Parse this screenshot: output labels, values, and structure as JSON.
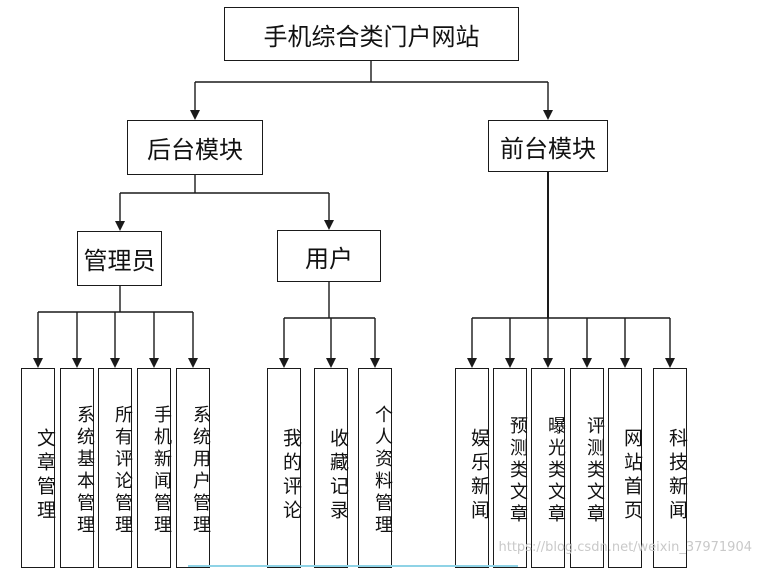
{
  "root": {
    "label": "手机综合类门户网站"
  },
  "backend": {
    "label": "后台模块",
    "admin": {
      "label": "管理员",
      "children": [
        "文章管理",
        "系统基本管理",
        "所有评论管理",
        "手机新闻管理",
        "系统用户管理"
      ]
    },
    "user": {
      "label": "用户",
      "children": [
        "我的评论",
        "收藏记录",
        "个人资料管理"
      ]
    }
  },
  "frontend": {
    "label": "前台模块",
    "children": [
      "娱乐新闻",
      "预测类文章",
      "曝光类文章",
      "评测类文章",
      "网站首页",
      "科技新闻"
    ]
  },
  "watermark": "https://blog.csdn.net/weixin_37971904",
  "colors": {
    "line": "#1a1a1a",
    "watermark": "#c9c9c9",
    "accent_line": "#8fd3e6"
  }
}
